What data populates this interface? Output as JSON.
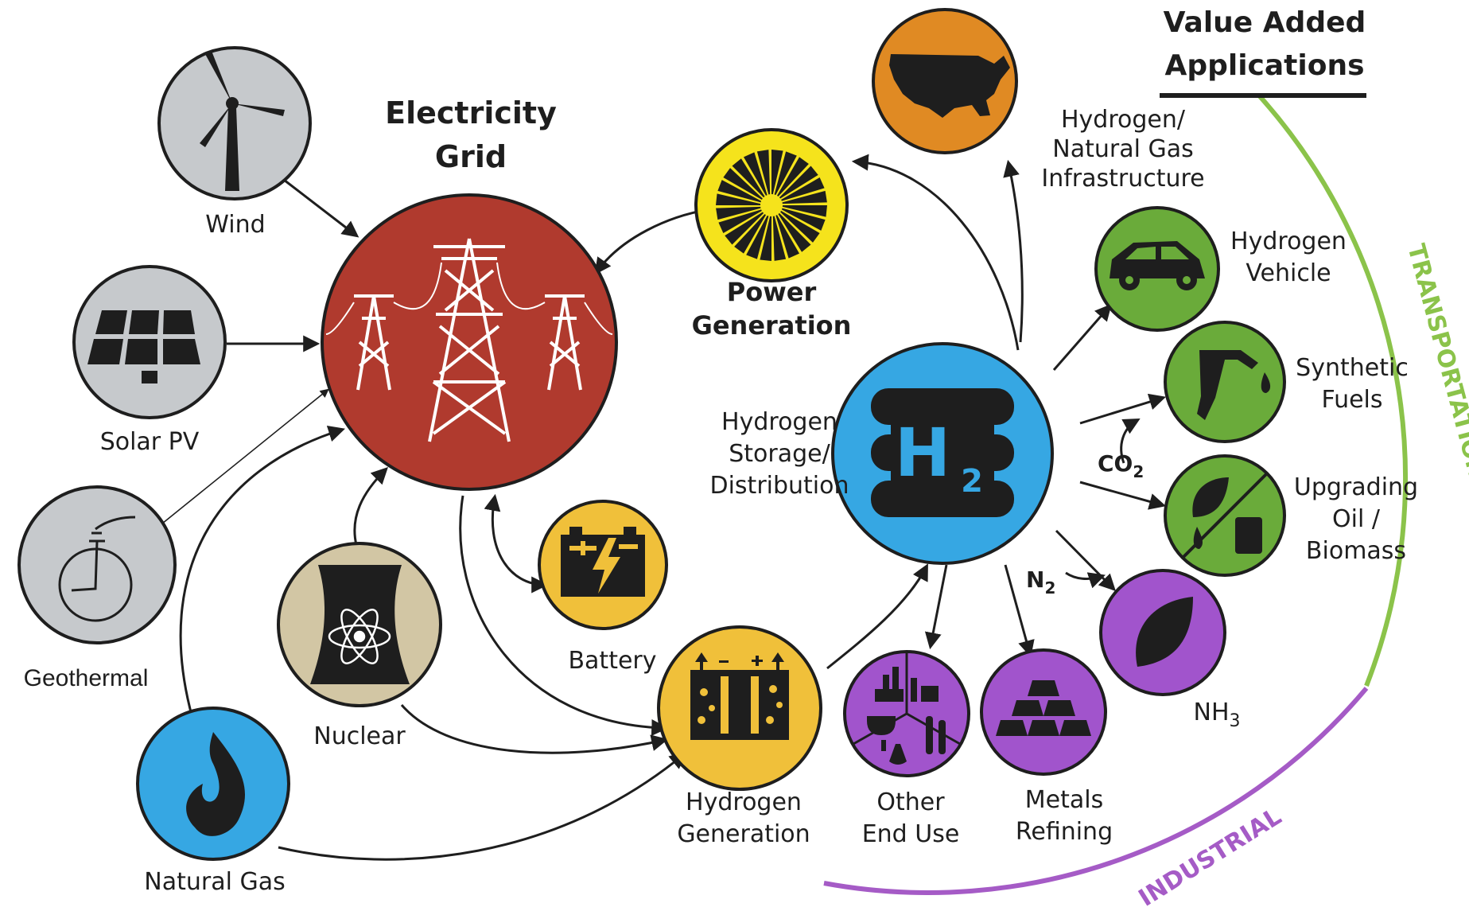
{
  "header": {
    "title_line1": "Value Added",
    "title_line2": "Applications"
  },
  "center": {
    "grid_line1": "Electricity",
    "grid_line2": "Grid",
    "power_line1": "Power",
    "power_line2": "Generation",
    "h2_text": "H",
    "h2_sub": "2",
    "storage_line1": "Hydrogen",
    "storage_line2": "Storage/",
    "storage_line3": "Distribution"
  },
  "sources": {
    "wind": "Wind",
    "solar": "Solar PV",
    "geothermal": "Geothermal",
    "natural_gas": "Natural Gas",
    "nuclear": "Nuclear",
    "battery": "Battery",
    "hgen_line1": "Hydrogen",
    "hgen_line2": "Generation"
  },
  "applications": {
    "infra_line1": "Hydrogen/",
    "infra_line2": "Natural Gas",
    "infra_line3": "Infrastructure",
    "vehicle_line1": "Hydrogen",
    "vehicle_line2": "Vehicle",
    "synfuel_line1": "Synthetic",
    "synfuel_line2": "Fuels",
    "upgrade_line1": "Upgrading",
    "upgrade_line2": "Oil /",
    "upgrade_line3": "Biomass",
    "nh3_text": "NH",
    "nh3_sub": "3",
    "metals_line1": "Metals",
    "metals_line2": "Refining",
    "other_line1": "Other",
    "other_line2": "End Use",
    "co2_text": "CO",
    "co2_sub": "2",
    "n2_text": "N",
    "n2_sub": "2"
  },
  "arcs": {
    "transportation": "TRANSPORTATION",
    "industrial": "INDUSTRIAL"
  },
  "colors": {
    "grid": "#b03a2e",
    "gray_node": "#c6c9cc",
    "power": "#f5e31c",
    "orange": "#e08a23",
    "green": "#6aab3a",
    "blue": "#36a7e3",
    "yellow": "#f0c03a",
    "tan": "#d2c6a4",
    "purple": "#a154cc",
    "arc_green": "#8bc34a",
    "arc_purple": "#a55bc6"
  }
}
